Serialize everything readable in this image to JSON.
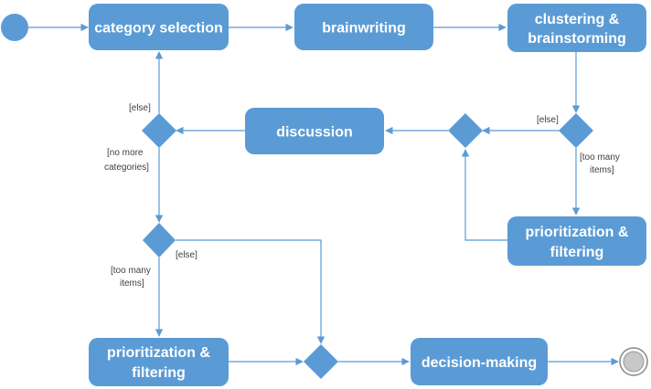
{
  "colors": {
    "node_fill": "#5b9bd5",
    "node_text": "#ffffff",
    "edge": "#5b9bd5",
    "guard_text": "#404040",
    "final_ring": "#888888",
    "final_fill": "#c8c8c8"
  },
  "nodes": {
    "category_selection": "category selection",
    "brainwriting": "brainwriting",
    "clustering_line1": "clustering &",
    "clustering_line2": "brainstorming",
    "discussion": "discussion",
    "prior_right_line1": "prioritization &",
    "prior_right_line2": "filtering",
    "prior_left_line1": "prioritization &",
    "prior_left_line2": "filtering",
    "decision_making": "decision-making"
  },
  "guards": {
    "else_top_left": "[else]",
    "no_more_line1": "[no more",
    "no_more_line2": "categories]",
    "else_right": "[else]",
    "too_many_right_line1": "[too many",
    "too_many_right_line2": "items]",
    "else_mid": "[else]",
    "too_many_left_line1": "[too many",
    "too_many_left_line2": "items]"
  }
}
